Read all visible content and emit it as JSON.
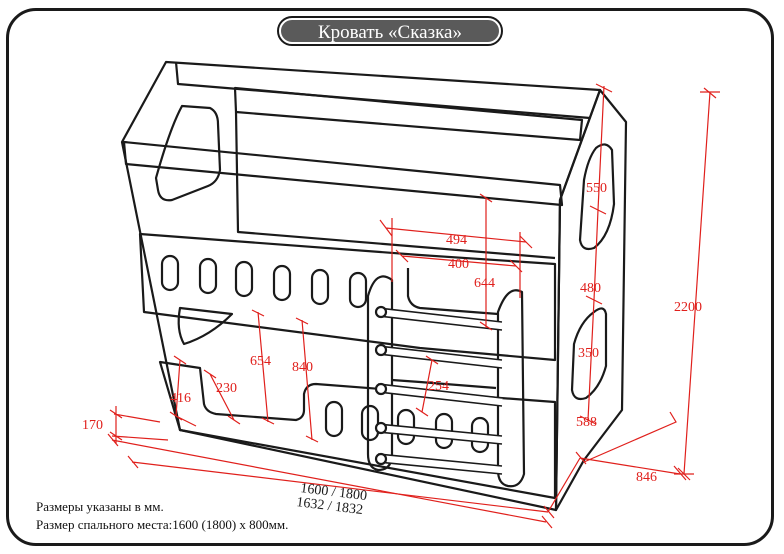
{
  "title": "Кровать «Сказка»",
  "dimensions": {
    "d2200": "2200",
    "d550": "550",
    "d480": "480",
    "d350": "350",
    "d588": "588",
    "d846": "846",
    "d494": "494",
    "d400": "400",
    "d644": "644",
    "d254": "254",
    "d654": "654",
    "d840": "840",
    "d230": "230",
    "d416": "416",
    "d170": "170",
    "len1": "1600 / 1800",
    "len2": "1632 / 1832"
  },
  "notes": {
    "units": "Размеры указаны в мм.",
    "berth": "Размер спального места:1600 (1800) х 800мм."
  },
  "colors": {
    "dimension": "#e0201c",
    "outline": "#1a1a1a",
    "title_bg": "#5a5a5a"
  }
}
